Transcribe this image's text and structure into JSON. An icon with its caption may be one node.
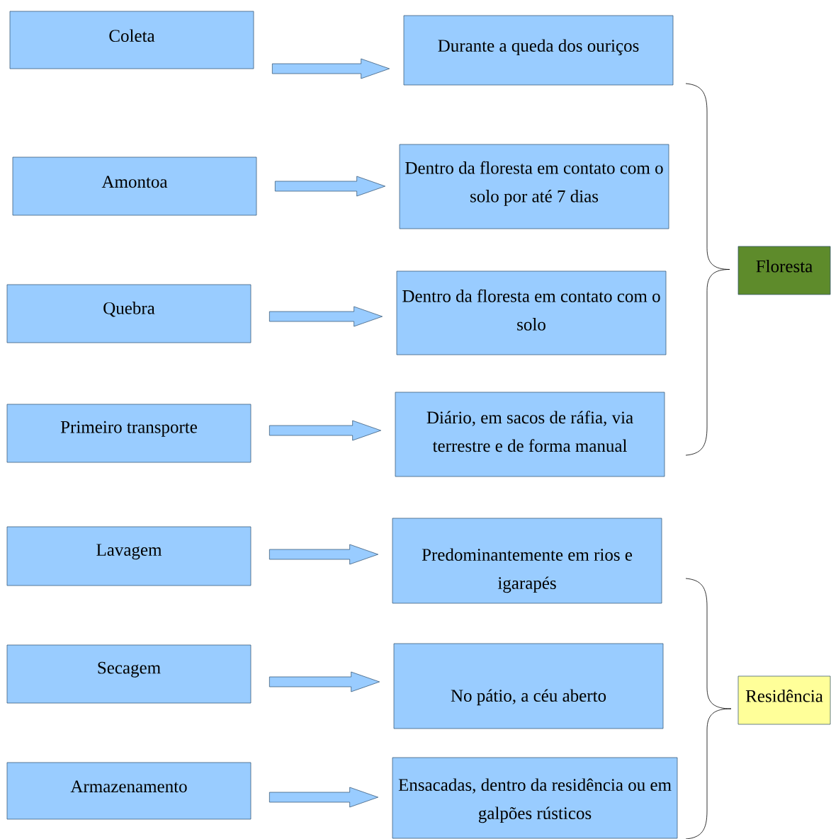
{
  "diagram": {
    "nodes": [
      {
        "text": [
          "Coleta"
        ]
      },
      {
        "text": [
          "Amontoa"
        ]
      },
      {
        "text": [
          "Quebra"
        ]
      },
      {
        "text": [
          "Primeiro transporte"
        ]
      },
      {
        "text": [
          "Lavagem"
        ]
      },
      {
        "text": [
          "Secagem"
        ]
      },
      {
        "text": [
          "Armazenamento"
        ]
      },
      {
        "text": [
          "Durante a queda dos ouriços"
        ]
      },
      {
        "text": [
          "Dentro da floresta em contato com o solo por até 7 dias"
        ]
      },
      {
        "text": [
          "Dentro da floresta em contato com o solo"
        ]
      },
      {
        "text": [
          "Diário, em sacos de ráfia, via terrestre e de forma manual"
        ]
      },
      {
        "text": [
          "Predominantemente em rios e igarapés"
        ]
      },
      {
        "text": [
          "No pátio, a céu aberto"
        ]
      },
      {
        "text": [
          "Ensacadas, dentro da residência ou em galpões rústicos"
        ]
      },
      {
        "text": [
          "Floresta"
        ]
      },
      {
        "text": [
          "Residência"
        ]
      }
    ],
    "edges": [
      {
        "from": 0,
        "to": 7,
        "arrow": "to"
      },
      {
        "from": 1,
        "to": 8,
        "arrow": "to"
      },
      {
        "from": 2,
        "to": 9,
        "arrow": "to"
      },
      {
        "from": 3,
        "to": 10,
        "arrow": "to"
      },
      {
        "from": 4,
        "to": 11,
        "arrow": "to"
      },
      {
        "from": 5,
        "to": 12,
        "arrow": "to"
      },
      {
        "from": 6,
        "to": 13,
        "arrow": "to"
      }
    ]
  }
}
